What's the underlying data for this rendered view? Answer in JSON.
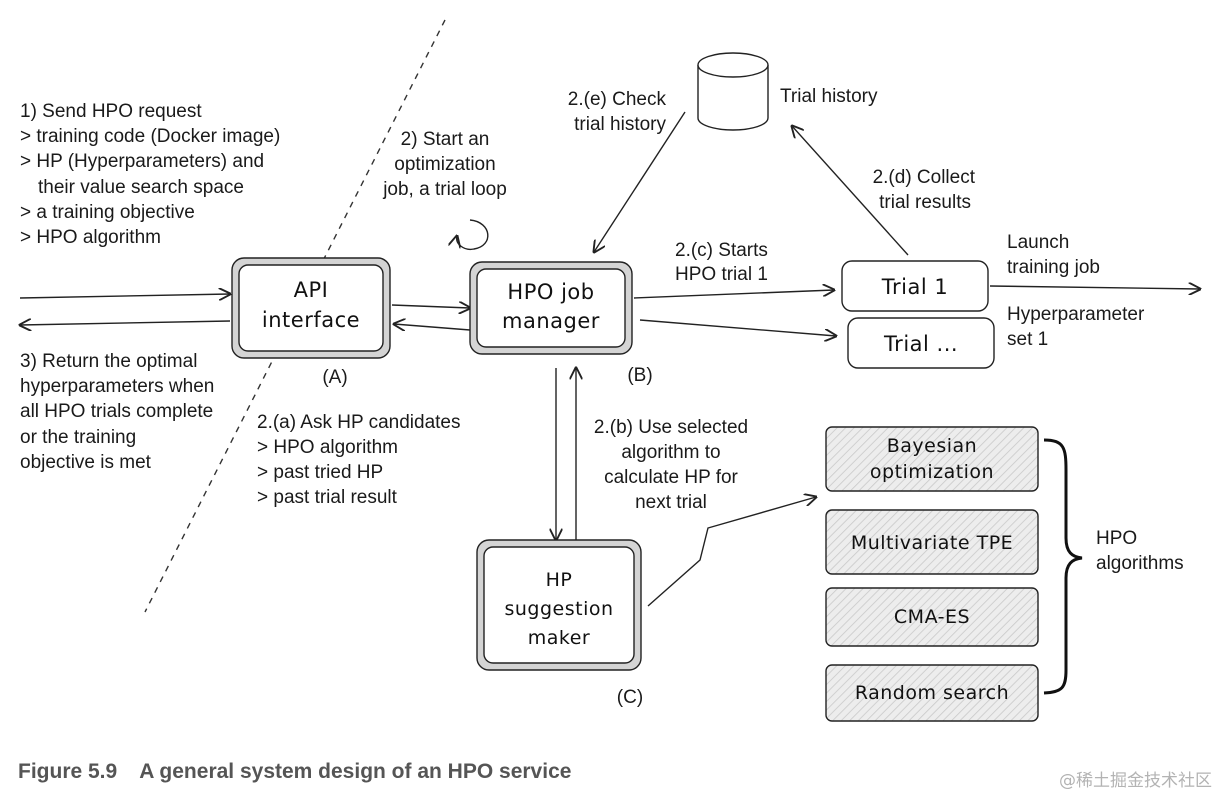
{
  "request_text": [
    "1) Send HPO request",
    "> training code (Docker image)",
    "> HP (Hyperparameters) and",
    "   their value search space",
    "> a training objective",
    "> HPO algorithm"
  ],
  "return_text": [
    "3) Return the optimal",
    "hyperparameters when",
    "all HPO trials complete",
    "or the training",
    "objective is met"
  ],
  "start_text": [
    "2) Start an",
    "optimization",
    "job, a trial loop"
  ],
  "check_text": [
    "2.(e) Check",
    "trial history"
  ],
  "trial_history_label": "Trial history",
  "collect_text": [
    "2.(d) Collect",
    "trial results"
  ],
  "starts_trial_text": [
    "2.(c) Starts",
    "HPO trial 1"
  ],
  "launch_text": [
    "Launch",
    "training job"
  ],
  "hyperparam_text": [
    "Hyperparameter",
    "set 1"
  ],
  "ask_text": [
    "2.(a) Ask HP candidates",
    "> HPO algorithm",
    "> past tried HP",
    "> past trial result"
  ],
  "use_text": [
    "2.(b) Use selected",
    "algorithm to",
    "calculate HP for",
    "next trial"
  ],
  "api_box": [
    "API",
    "interface"
  ],
  "api_tag": "(A)",
  "job_box": [
    "HPO job",
    "manager"
  ],
  "job_tag": "(B)",
  "suggest_box": [
    "HP",
    "suggestion",
    "maker"
  ],
  "suggest_tag": "(C)",
  "trial1_label": "Trial 1",
  "trialn_label": "Trial ...",
  "algorithms": [
    "Bayesian",
    "optimization",
    "Multivariate TPE",
    "CMA-ES",
    "Random search"
  ],
  "algorithms_label": [
    "HPO",
    "algorithms"
  ],
  "caption_number": "Figure 5.9",
  "caption_title": "A general system design of an HPO service",
  "watermark": "@稀土掘金技术社区"
}
